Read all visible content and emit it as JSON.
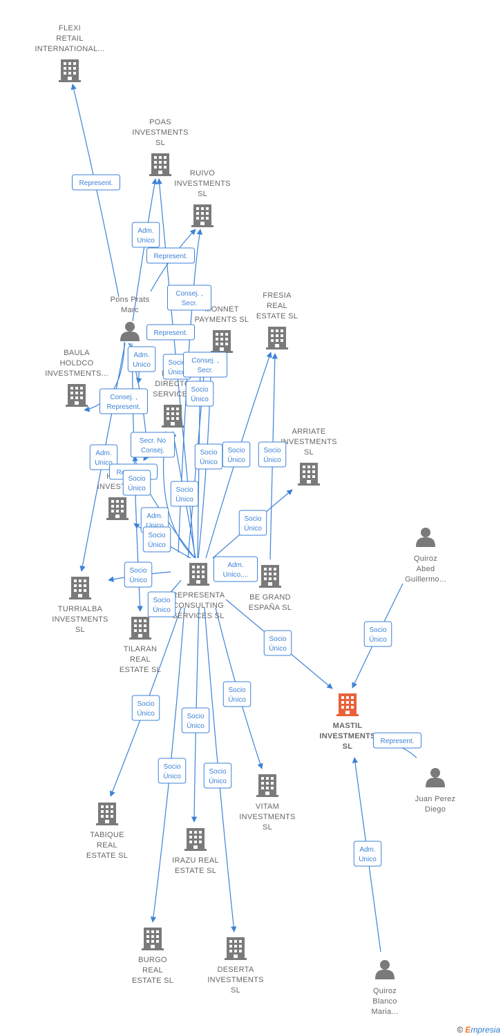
{
  "colors": {
    "edge": "#3c82d7",
    "company": "#7a7a7a",
    "focus": "#e8613a",
    "person": "#7a7a7a"
  },
  "nodes": [
    {
      "id": "flexi",
      "type": "company",
      "lines": [
        "FLEXI",
        "RETAIL",
        "INTERNATIONAL..."
      ]
    },
    {
      "id": "poas",
      "type": "company",
      "lines": [
        "POAS",
        "INVESTMENTS",
        "SL"
      ]
    },
    {
      "id": "ruivo",
      "type": "company",
      "lines": [
        "RUIVO",
        "INVESTMENTS",
        "SL"
      ]
    },
    {
      "id": "pons",
      "type": "person",
      "lines": [
        "Pons Prats",
        "Marc"
      ]
    },
    {
      "id": "monnet",
      "type": "company",
      "lines": [
        "MONNET",
        "PAYMENTS  SL"
      ]
    },
    {
      "id": "fresia",
      "type": "company",
      "lines": [
        "FRESIA",
        "REAL",
        "ESTATE  SL"
      ]
    },
    {
      "id": "baula",
      "type": "company",
      "lines": [
        "BAULA",
        "HOLDCO",
        "INVESTMENTS..."
      ]
    },
    {
      "id": "repdir",
      "type": "company",
      "lines": [
        "REPR",
        "DIRECTO",
        "SERVICES"
      ]
    },
    {
      "id": "arriate",
      "type": "company",
      "lines": [
        "ARRIATE",
        "INVESTMENTS",
        "SL"
      ]
    },
    {
      "id": "hold",
      "type": "company",
      "lines": [
        "HOLD",
        "INVESTME"
      ]
    },
    {
      "id": "quiroza",
      "type": "person",
      "lines": [
        "Quiroz",
        "Abed",
        "Guillermo..."
      ]
    },
    {
      "id": "turrialba",
      "type": "company",
      "lines": [
        "TURRIALBA",
        "INVESTMENTS",
        "SL"
      ]
    },
    {
      "id": "repcon",
      "type": "company",
      "lines": [
        "REPRESENTA",
        "CONSULTING",
        "SERVICES  SL"
      ]
    },
    {
      "id": "begrand",
      "type": "company",
      "lines": [
        "BE GRAND",
        "ESPAÑA  SL"
      ]
    },
    {
      "id": "tilaran",
      "type": "company",
      "lines": [
        "TILARAN",
        "REAL",
        "ESTATE  SL"
      ]
    },
    {
      "id": "mastil",
      "type": "focus",
      "lines": [
        "MASTIL",
        "INVESTMENTS",
        "SL"
      ]
    },
    {
      "id": "juan",
      "type": "person",
      "lines": [
        "Juan Perez",
        "Diego"
      ]
    },
    {
      "id": "vitam",
      "type": "company",
      "lines": [
        "VITAM",
        "INVESTMENTS",
        "SL"
      ]
    },
    {
      "id": "tabique",
      "type": "company",
      "lines": [
        "TABIQUE",
        "REAL",
        "ESTATE  SL"
      ]
    },
    {
      "id": "irazu",
      "type": "company",
      "lines": [
        "IRAZU REAL",
        "ESTATE  SL"
      ]
    },
    {
      "id": "burgo",
      "type": "company",
      "lines": [
        "BURGO",
        "REAL",
        "ESTATE  SL"
      ]
    },
    {
      "id": "deserta",
      "type": "company",
      "lines": [
        "DESERTA",
        "INVESTMENTS",
        "SL"
      ]
    },
    {
      "id": "quirozb",
      "type": "person",
      "lines": [
        "Quiroz",
        "Blanco",
        "Maria..."
      ]
    }
  ],
  "edges": [
    {
      "from": "pons",
      "to": "flexi",
      "lines": [
        "Represent."
      ]
    },
    {
      "from": "pons",
      "to": "poas",
      "lines": [
        "Adm.",
        "Unico"
      ]
    },
    {
      "from": "pons",
      "to": "ruivo",
      "lines": [
        "Represent."
      ]
    },
    {
      "from": "repcon",
      "to": "ruivo",
      "lines": [
        "Consej. ,",
        "Secr."
      ]
    },
    {
      "from": "pons",
      "to": "monnet",
      "lines": [
        "Represent."
      ]
    },
    {
      "from": "pons",
      "to": "repdir",
      "lines": [
        "Adm.",
        "Unico"
      ]
    },
    {
      "from": "repcon",
      "to": "poas",
      "lines": [
        "Socio",
        "Único"
      ]
    },
    {
      "from": "repcon",
      "to": "monnet",
      "lines": [
        "Consej. ,",
        "Secr."
      ]
    },
    {
      "from": "repcon",
      "to": "repdir",
      "lines": [
        "Socio",
        "Único"
      ]
    },
    {
      "from": "pons",
      "to": "baula",
      "lines": [
        "Consej. ,",
        "Represent."
      ]
    },
    {
      "from": "pons",
      "to": "hold",
      "lines": [
        "Secr.  No",
        "Consej."
      ]
    },
    {
      "from": "pons",
      "to": "turrialba",
      "lines": [
        "Adm.",
        "Unico"
      ]
    },
    {
      "from": "pons",
      "to": "tilaran",
      "lines": [
        "Represent."
      ]
    },
    {
      "from": "repcon",
      "to": "monnet",
      "lines": [
        "Socio",
        "Único"
      ]
    },
    {
      "from": "repcon",
      "to": "fresia",
      "lines": [
        "Socio",
        "Único"
      ]
    },
    {
      "from": "begrand",
      "to": "fresia",
      "lines": [
        "Socio",
        "Único"
      ]
    },
    {
      "from": "repcon",
      "to": "hold",
      "lines": [
        "Socio",
        "Único"
      ]
    },
    {
      "from": "repcon",
      "to": "repdir",
      "lines": [
        "Socio",
        "Único"
      ]
    },
    {
      "from": "repcon",
      "to": "repdir",
      "lines": [
        "Adm.",
        "Unico"
      ]
    },
    {
      "from": "repcon",
      "to": "hold",
      "lines": [
        "Socio",
        "Único"
      ]
    },
    {
      "from": "repcon",
      "to": "arriate",
      "lines": [
        "Socio",
        "Único"
      ]
    },
    {
      "from": "repcon",
      "to": "turrialba",
      "lines": [
        "Socio",
        "Único"
      ]
    },
    {
      "from": "repcon",
      "to": "begrand",
      "lines": [
        "Adm.",
        "Unico,..."
      ]
    },
    {
      "from": "repcon",
      "to": "tilaran",
      "lines": [
        "Socio",
        "Único"
      ]
    },
    {
      "from": "quiroza",
      "to": "mastil",
      "lines": [
        "Socio",
        "Único"
      ]
    },
    {
      "from": "repcon",
      "to": "mastil",
      "lines": [
        "Socio",
        "Único"
      ]
    },
    {
      "from": "juan",
      "to": "mastil",
      "lines": [
        "Represent."
      ]
    },
    {
      "from": "repcon",
      "to": "tabique",
      "lines": [
        "Socio",
        "Único"
      ]
    },
    {
      "from": "repcon",
      "to": "irazu",
      "lines": [
        "Socio",
        "Único"
      ]
    },
    {
      "from": "repcon",
      "to": "vitam",
      "lines": [
        "Socio",
        "Único"
      ]
    },
    {
      "from": "repcon",
      "to": "burgo",
      "lines": [
        "Socio",
        "Único"
      ]
    },
    {
      "from": "repcon",
      "to": "deserta",
      "lines": [
        "Socio",
        "Único"
      ]
    },
    {
      "from": "quirozb",
      "to": "mastil",
      "lines": [
        "Adm.",
        "Unico"
      ]
    }
  ],
  "watermark": {
    "copyright": "©",
    "brand_initial": "E",
    "brand_rest": "mpresia"
  }
}
